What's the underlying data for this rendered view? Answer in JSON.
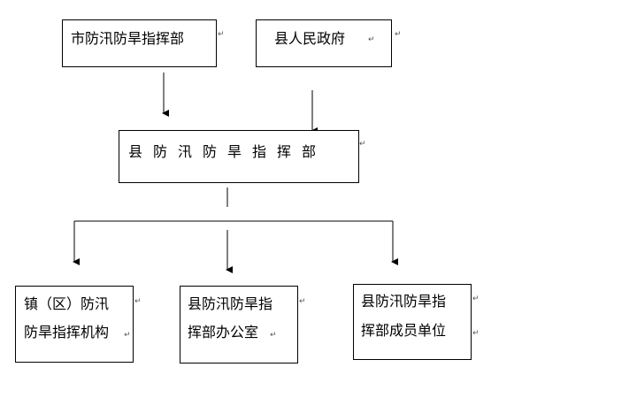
{
  "nodes": {
    "city_hq": {
      "label": "市防汛防旱指挥部"
    },
    "county_gov": {
      "label": "县人民政府"
    },
    "county_hq": {
      "label": "县防汛防旱指挥部"
    },
    "town_org": {
      "line1": "镇（区）防汛",
      "line2": "防旱指挥机构"
    },
    "county_office": {
      "line1": "县防汛防旱指",
      "line2": "挥部办公室"
    },
    "county_members": {
      "line1": "县防汛防旱指",
      "line2": "挥部成员单位"
    }
  },
  "paragraph_mark": "↵"
}
